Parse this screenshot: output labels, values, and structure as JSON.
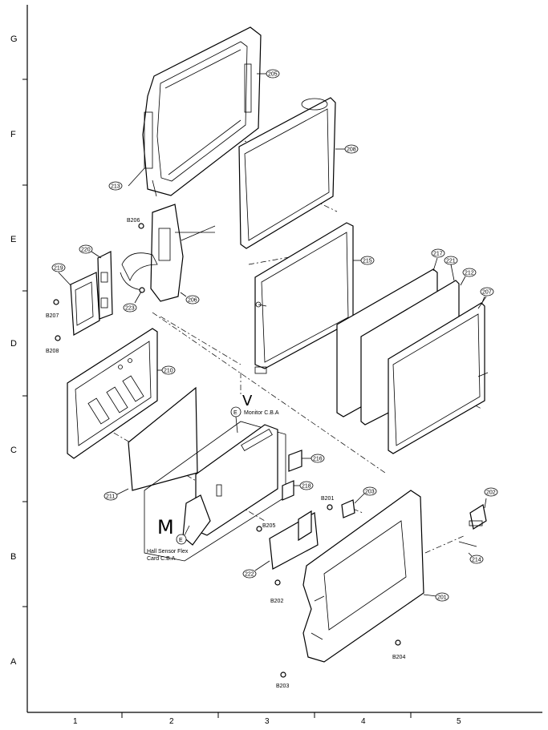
{
  "grid": {
    "row_labels": [
      "G",
      "F",
      "E",
      "D",
      "C",
      "B",
      "A"
    ],
    "column_labels": [
      "1",
      "2",
      "3",
      "4",
      "5"
    ]
  },
  "part_callouts": [
    "205",
    "213",
    "206",
    "B206",
    "220",
    "219",
    "B207",
    "B208",
    "223",
    "208",
    "215",
    "210",
    "217",
    "221",
    "212",
    "207",
    "211",
    "216",
    "218",
    "B201",
    "203",
    "B205",
    "222",
    "B202",
    "201",
    "202",
    "214",
    "B204",
    "B203"
  ],
  "assembly_labels": {
    "monitor_cba": "Monitor C.B.A",
    "hall_sensor_line1": "Hall Sensor Flex",
    "hall_sensor_line2": "Card C.B.A",
    "circle_e": "E"
  },
  "handwriting": {
    "mark_m": "M",
    "mark_check": "V"
  }
}
